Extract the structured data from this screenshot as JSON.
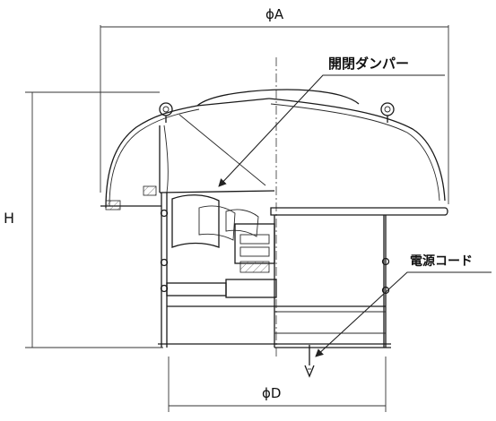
{
  "dimensions": {
    "a": "ϕA",
    "h": "H",
    "d": "ϕD"
  },
  "callouts": {
    "damper": "開閉ダンパー",
    "cord": "電源コード"
  }
}
